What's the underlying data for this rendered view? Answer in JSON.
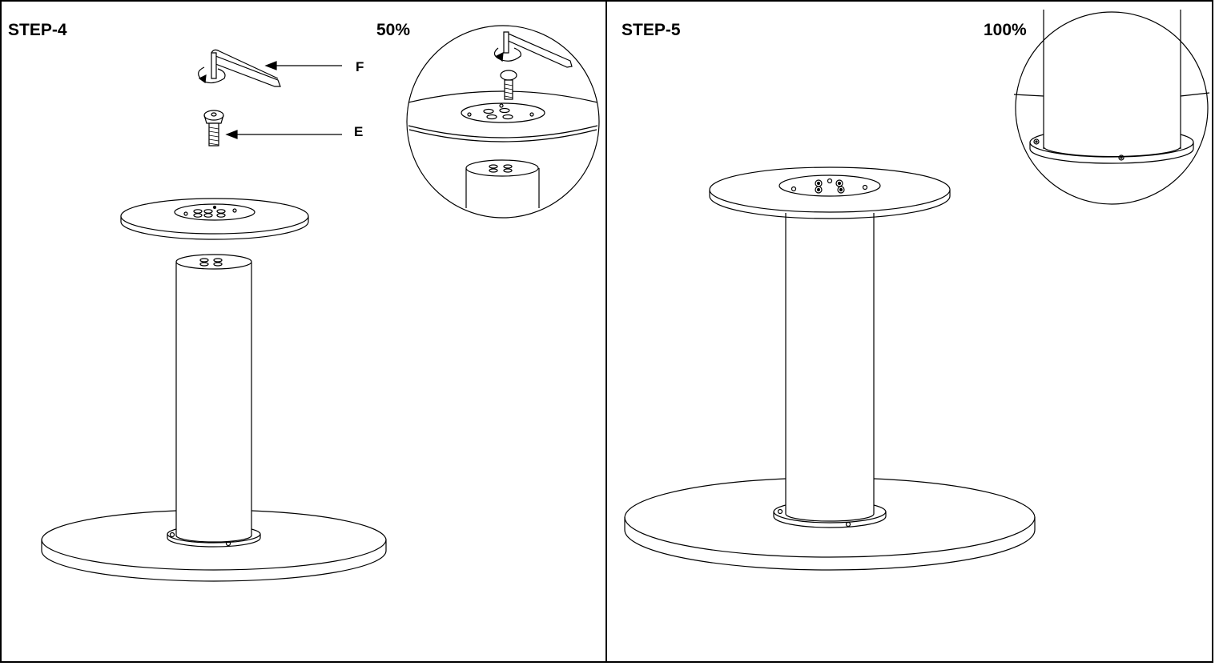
{
  "step4": {
    "title": "STEP-4",
    "scale": "50%",
    "parts": {
      "wrench": "F",
      "screw": "E"
    }
  },
  "step5": {
    "title": "STEP-5",
    "scale": "100%"
  },
  "colors": {
    "line": "#000000",
    "background": "#ffffff"
  },
  "icons": [
    "hex-key-icon",
    "rotation-arrow-icon",
    "screw-icon",
    "arrow-left-icon"
  ]
}
